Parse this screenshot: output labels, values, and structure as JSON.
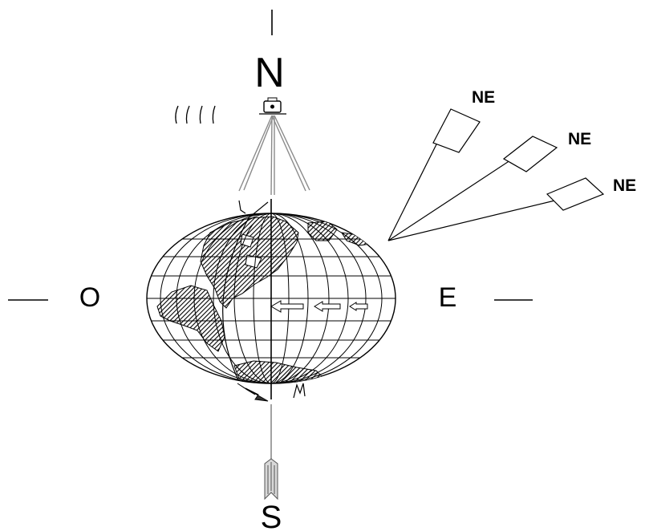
{
  "compass": {
    "north": "N",
    "south": "S",
    "east": "E",
    "west": "O"
  },
  "flags": [
    {
      "label": "NE"
    },
    {
      "label": "NE"
    },
    {
      "label": "NE"
    }
  ],
  "colors": {
    "ink": "#000000",
    "tripod": "#8a8a8a",
    "arrow_fill": "#d8d8d8"
  },
  "icons": {
    "instrument": "theodolite-on-tripod",
    "globe": "world-globe-icon",
    "arrows": "westward-arrows"
  }
}
